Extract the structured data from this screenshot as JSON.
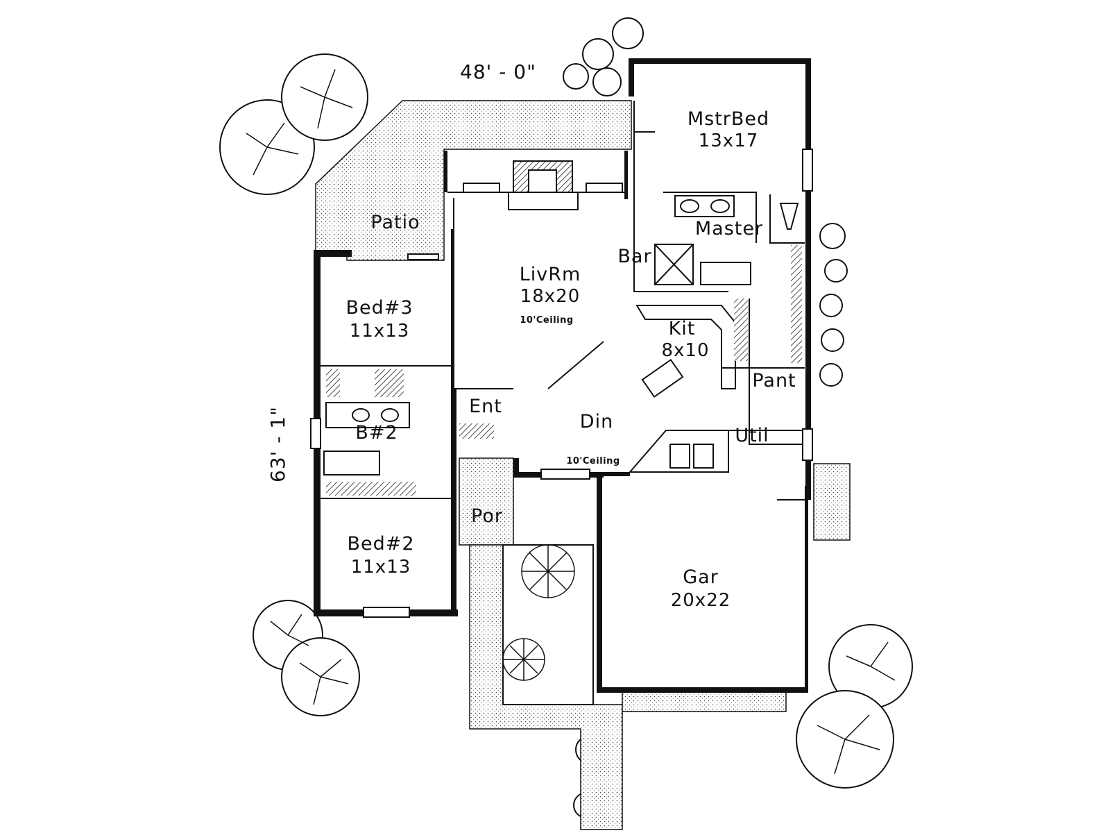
{
  "dimensions": {
    "width": "48' - 0\"",
    "depth": "63' - 1\""
  },
  "rooms": {
    "master_bed": {
      "name": "MstrBed",
      "size": "13x17"
    },
    "master_bath": {
      "name": "Master"
    },
    "patio": {
      "name": "Patio"
    },
    "living": {
      "name": "LivRm",
      "size": "18x20",
      "note": "10'Ceiling"
    },
    "bar": {
      "name": "Bar"
    },
    "bed3": {
      "name": "Bed#3",
      "size": "11x13"
    },
    "kitchen": {
      "name": "Kit",
      "size": "8x10"
    },
    "pantry": {
      "name": "Pant"
    },
    "entry": {
      "name": "Ent"
    },
    "bath2": {
      "name": "B#2"
    },
    "dining": {
      "name": "Din",
      "note": "10'Ceiling"
    },
    "utility": {
      "name": "Util"
    },
    "porch": {
      "name": "Por"
    },
    "bed2": {
      "name": "Bed#2",
      "size": "11x13"
    },
    "garage": {
      "name": "Gar",
      "size": "20x22"
    }
  }
}
